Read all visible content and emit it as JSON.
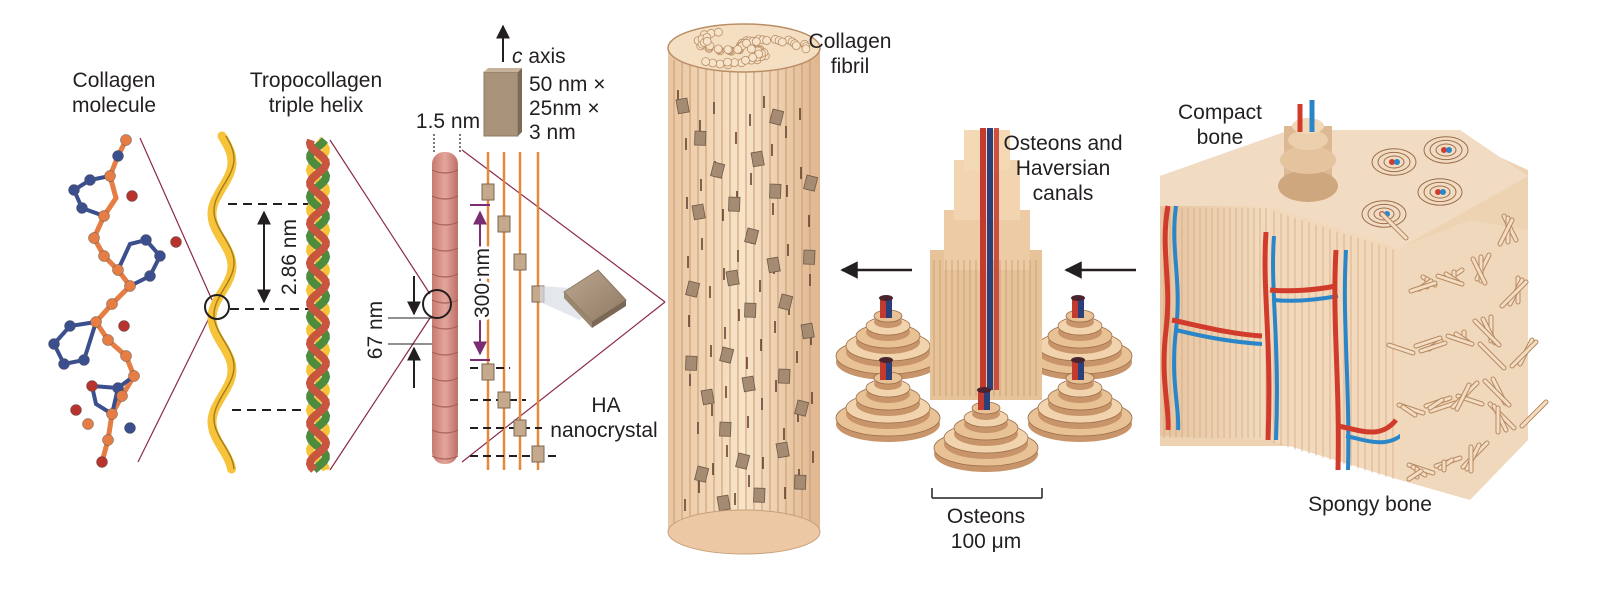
{
  "labels": {
    "collagen_molecule": [
      "Collagen",
      "molecule"
    ],
    "tropocollagen": [
      "Tropocollagen",
      "triple helix"
    ],
    "spacing_286": "2.86 nm",
    "width_15": "1.5 nm",
    "c_axis_c": "c",
    "c_axis_rest": " axis",
    "crystal_dims": [
      "50 nm ×",
      "25nm ×",
      "3 nm"
    ],
    "period_67": "67 nm",
    "gap_300": "300 nm",
    "ha": [
      "HA",
      "nanocrystal"
    ],
    "collagen_fibril": [
      "Collagen",
      "fibril"
    ],
    "osteons_haversian": [
      "Osteons and",
      "Haversian",
      "canals"
    ],
    "osteons_scale": [
      "Osteons",
      "100 μm"
    ],
    "compact_bone": [
      "Compact",
      "bone"
    ],
    "spongy_bone": "Spongy bone"
  },
  "colors": {
    "text": "#231f20",
    "outline": "#8b2b45",
    "helix_yellow": "#f6c33a",
    "helix_green": "#4d8b3e",
    "helix_red": "#c8553d",
    "fibril_pink": "#d39388",
    "fiber_orange": "#e58a3a",
    "crystal": "#a79179",
    "bone_cream": "#f4dcc0",
    "bone_tan": "#d9b48e",
    "artery": "#d13b2c",
    "vein": "#2a86c8",
    "arrow_purple": "#7a2d72",
    "atom_orange": "#e57d45",
    "atom_blue": "#3b4f8f",
    "atom_red": "#b8332e"
  },
  "icons": [
    "collagen-molecule",
    "tropocollagen-triple-helix",
    "collagen-microfibril",
    "ha-nanocrystal",
    "collagen-fibril",
    "osteon-stack",
    "compact-bone-block",
    "spongy-bone"
  ]
}
